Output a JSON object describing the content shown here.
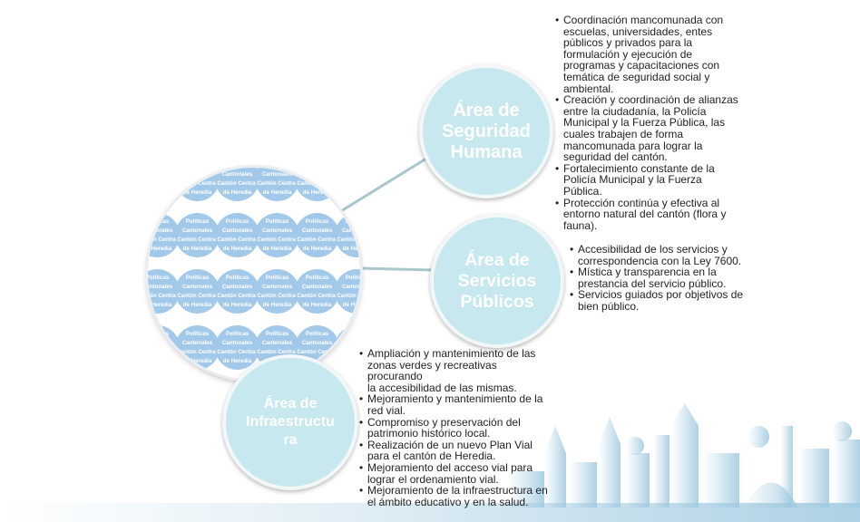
{
  "center": {
    "tile_lines": [
      "Políticas",
      "Cantonales",
      "Cantón Central",
      "de Heredia"
    ]
  },
  "areas": [
    {
      "id": "seguridad",
      "label": "Área de\nSeguridad\nHumana"
    },
    {
      "id": "servicios",
      "label": "Área de\nServicios\nPúblicos"
    },
    {
      "id": "infra",
      "label": "Área de\nInfraestructu\nra"
    }
  ],
  "lists": {
    "seguridad": [
      "Coordinación mancomunada con\nescuelas, universidades, entes\npúblicos y  privados para la\nformulación y ejecución de\nprogramas y capacitaciones con\ntemática de seguridad social y\nambiental.",
      "Creación y coordinación de alianzas\nentre la ciudadanía, la Policía\nMunicipal y la Fuerza Pública, las\ncuales  trabajen de forma\nmancomunada para lograr la\nseguridad del cantón.",
      "Fortalecimiento constante de la\nPolicía Municipal y la Fuerza\nPública.",
      "Protección continúa y efectiva al\nentorno natural del cantón (flora y\nfauna)."
    ],
    "servicios": [
      "Accesibilidad de los servicios y\ncorrespondencia con la Ley 7600.",
      "Mística y transparencia en la\nprestancia del servicio público.",
      "Servicios guiados por objetivos de\nbien público."
    ],
    "infra": [
      "Ampliación y mantenimiento de las\nzonas verdes y recreativas procurando\nla accesibilidad de las mismas.",
      "Mejoramiento y mantenimiento de la\nred vial.",
      "Compromiso y preservación del\npatrimonio histórico local.",
      "Realización de un nuevo Plan Vial\npara el cantón de Heredia.",
      "Mejoramiento del acceso vial para\nlograr el ordenamiento vial.",
      "Mejoramiento de la infraestructura en\nel ámbito educativo y en la salud."
    ]
  },
  "colors": {
    "area_fill": "#c7e8ee",
    "tile_fill": "#a3c9ea",
    "connector": "#a9c7cc",
    "skyline": "#9fc9e0"
  }
}
